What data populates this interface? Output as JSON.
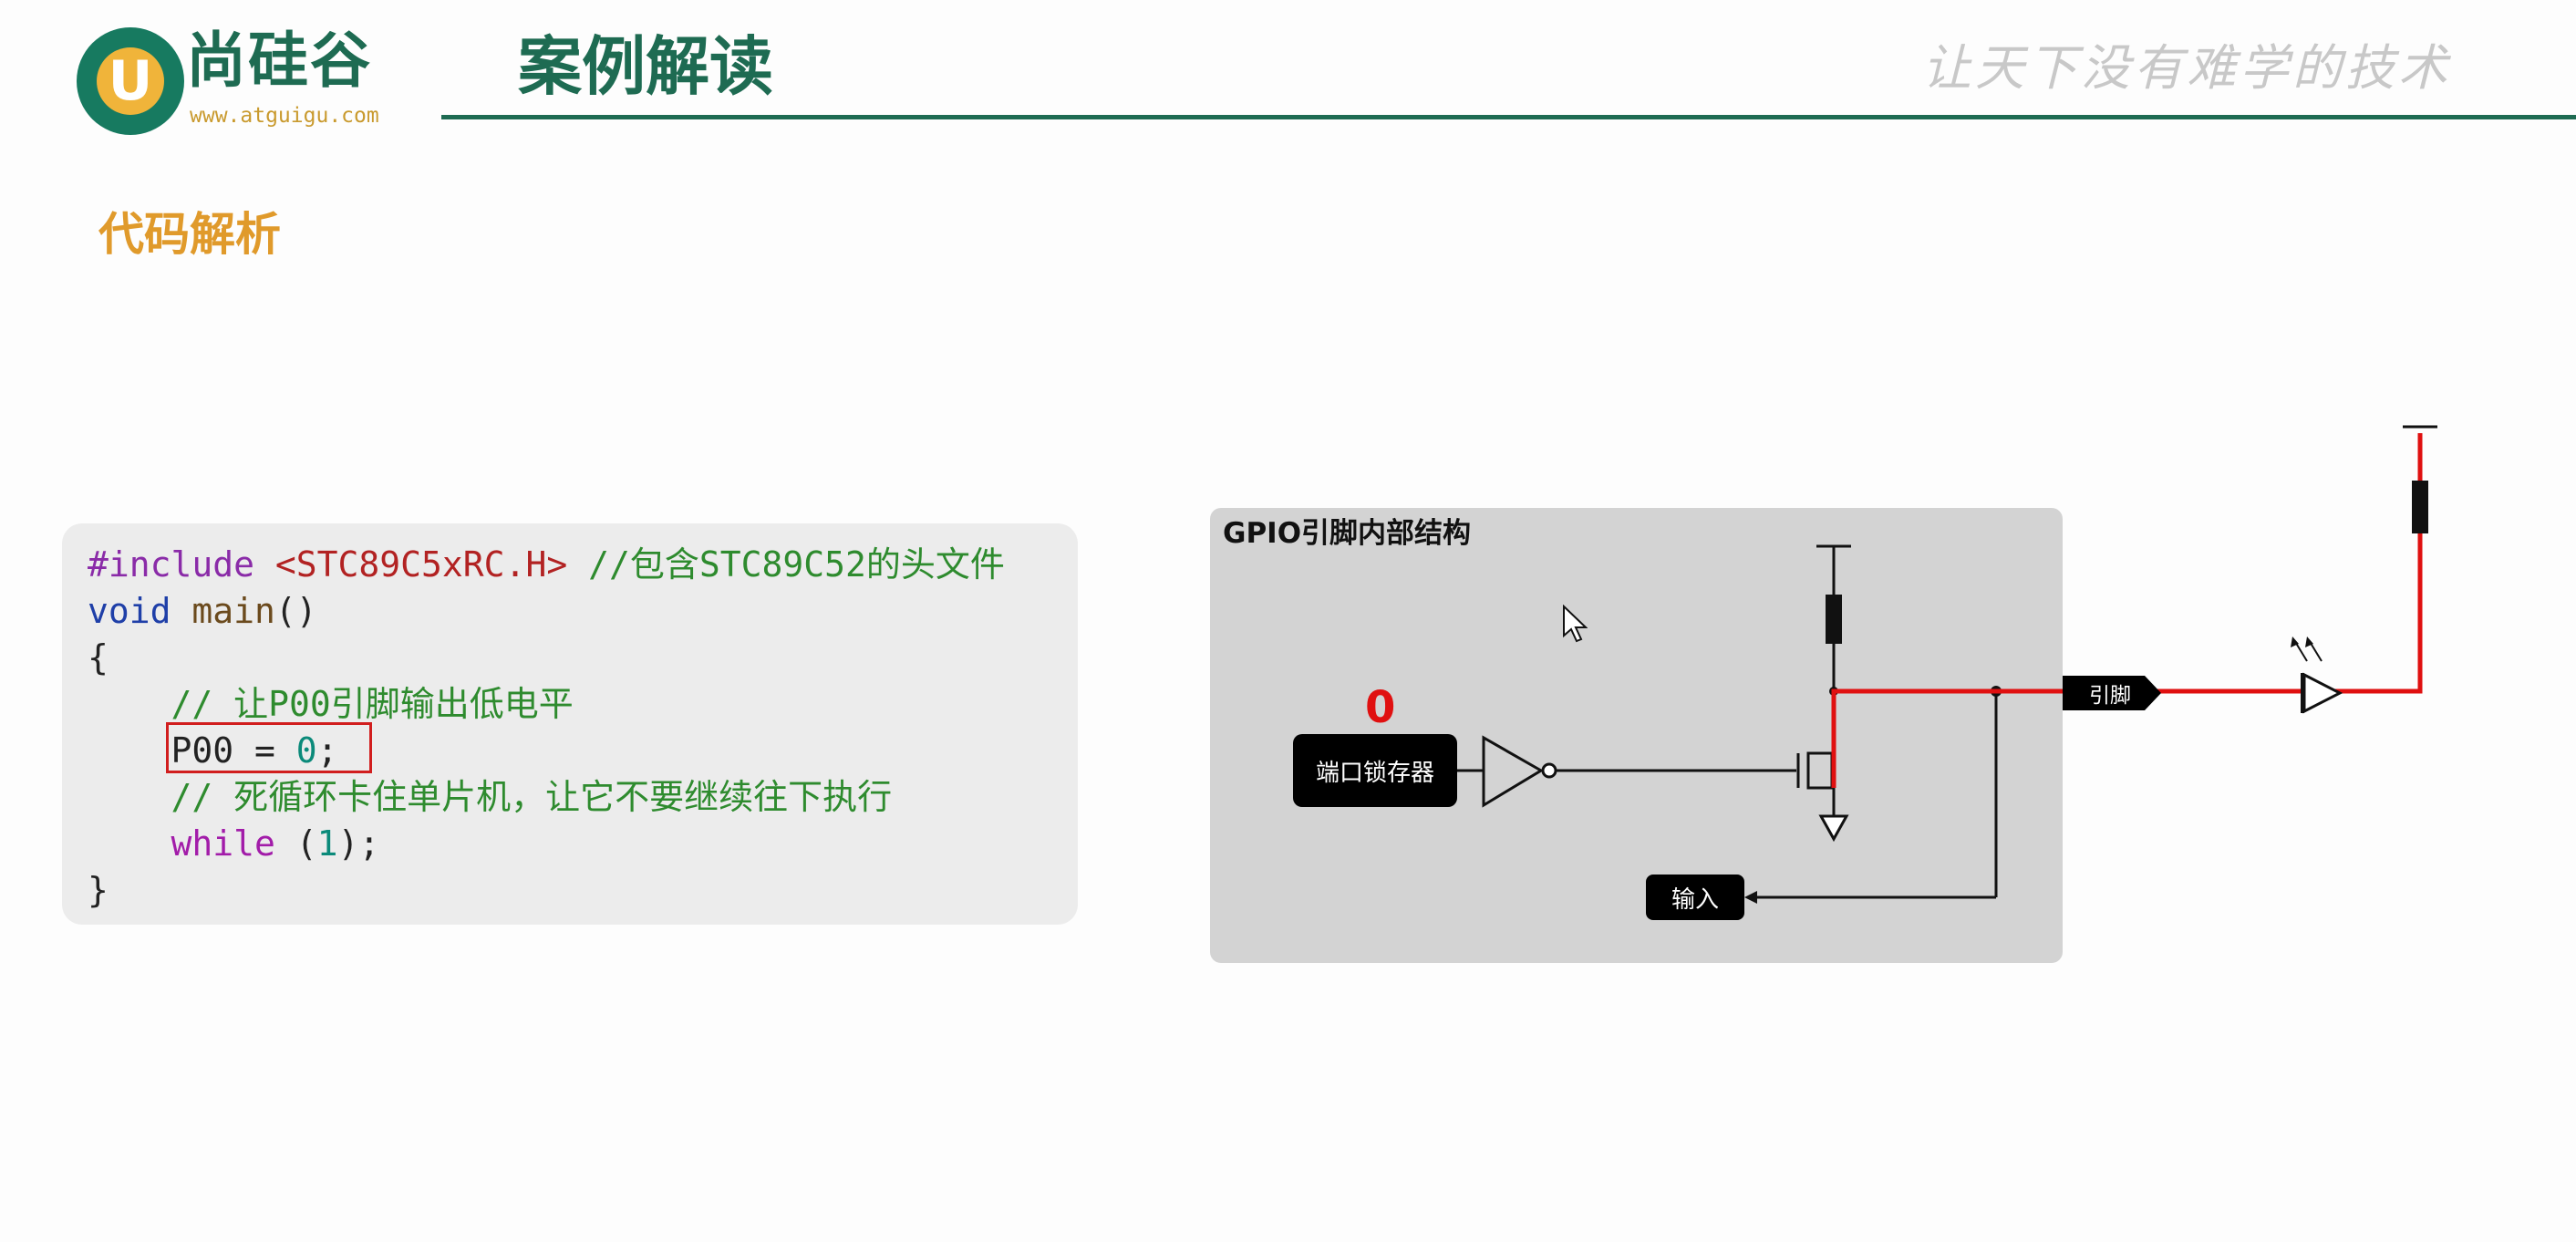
{
  "header": {
    "logo_name": "尚硅谷",
    "logo_letter": "U",
    "logo_url": "www.atguigu.com",
    "title": "案例解读",
    "slogan": "让天下没有难学的技术"
  },
  "section_title": "代码解析",
  "code": {
    "lines": [
      [
        {
          "t": "#include ",
          "c": "kw-pre"
        },
        {
          "t": "<STC89C5xRC.H>",
          "c": "kw-str"
        },
        {
          "t": " //包含STC89C52的头文件",
          "c": "kw-cm"
        }
      ],
      [
        {
          "t": "void",
          "c": "kw-ty"
        },
        {
          "t": " ",
          "c": ""
        },
        {
          "t": "main",
          "c": "kw-fn"
        },
        {
          "t": "()",
          "c": ""
        }
      ],
      [
        {
          "t": "{",
          "c": ""
        }
      ],
      [
        {
          "t": "    ",
          "c": ""
        },
        {
          "t": "// 让P00引脚输出低电平",
          "c": "kw-cm"
        }
      ],
      [
        {
          "t": "    P00 = ",
          "c": ""
        },
        {
          "t": "0",
          "c": "kw-num"
        },
        {
          "t": ";",
          "c": ""
        }
      ],
      [
        {
          "t": "    ",
          "c": ""
        },
        {
          "t": "// 死循环卡住单片机，让它不要继续往下执行",
          "c": "kw-cm"
        }
      ],
      [
        {
          "t": "    ",
          "c": ""
        },
        {
          "t": "while",
          "c": "kw-kw"
        },
        {
          "t": " (",
          "c": ""
        },
        {
          "t": "1",
          "c": "kw-num"
        },
        {
          "t": ");",
          "c": ""
        }
      ],
      [
        {
          "t": "}",
          "c": ""
        }
      ]
    ]
  },
  "diagram": {
    "title": "GPIO引脚内部结构",
    "latch_label": "端口锁存器",
    "latch_value": "0",
    "input_label": "输入",
    "pin_label": "引脚"
  },
  "colors": {
    "brand_green": "#1e6b52",
    "accent_orange": "#e09a2b",
    "highlight_red": "#d11e1e"
  }
}
